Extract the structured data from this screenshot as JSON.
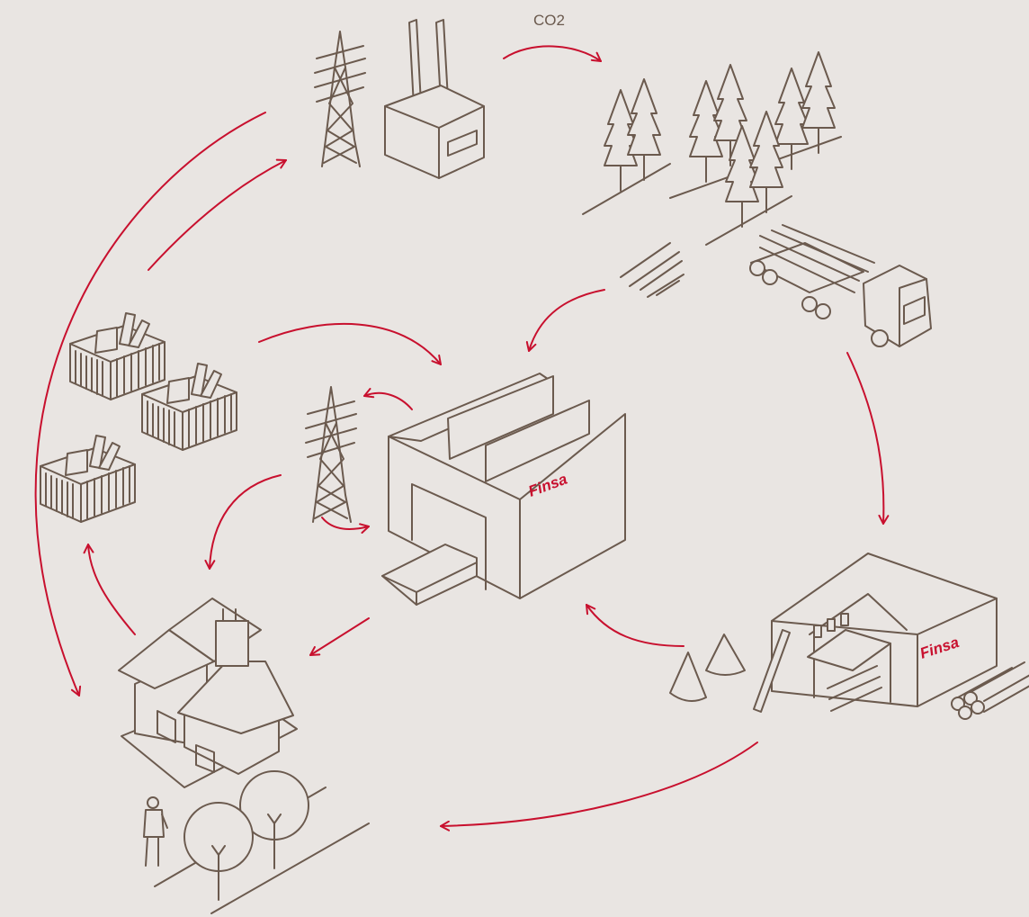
{
  "labels": {
    "co2": "CO2",
    "factory_brand": "Finsa",
    "sawmill_brand": "Finsa"
  },
  "colors": {
    "background": "#e9e5e2",
    "line": "#6b5a4e",
    "arrow": "#c8102e"
  }
}
